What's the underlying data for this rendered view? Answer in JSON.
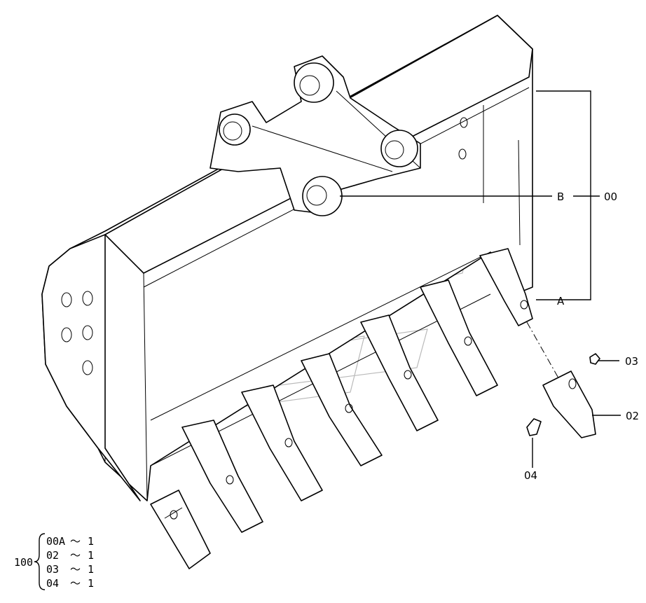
{
  "callouts": {
    "b": "B",
    "a": "A",
    "p00": "00",
    "p02": "02",
    "p03": "03",
    "p04": "04"
  },
  "legend": {
    "group": "100",
    "rows": [
      {
        "part": "00A",
        "tilde": "～",
        "qty": "1"
      },
      {
        "part": "02",
        "tilde": "～",
        "qty": "1"
      },
      {
        "part": "03",
        "tilde": "～",
        "qty": "1"
      },
      {
        "part": "04",
        "tilde": "～",
        "qty": "1"
      }
    ]
  }
}
